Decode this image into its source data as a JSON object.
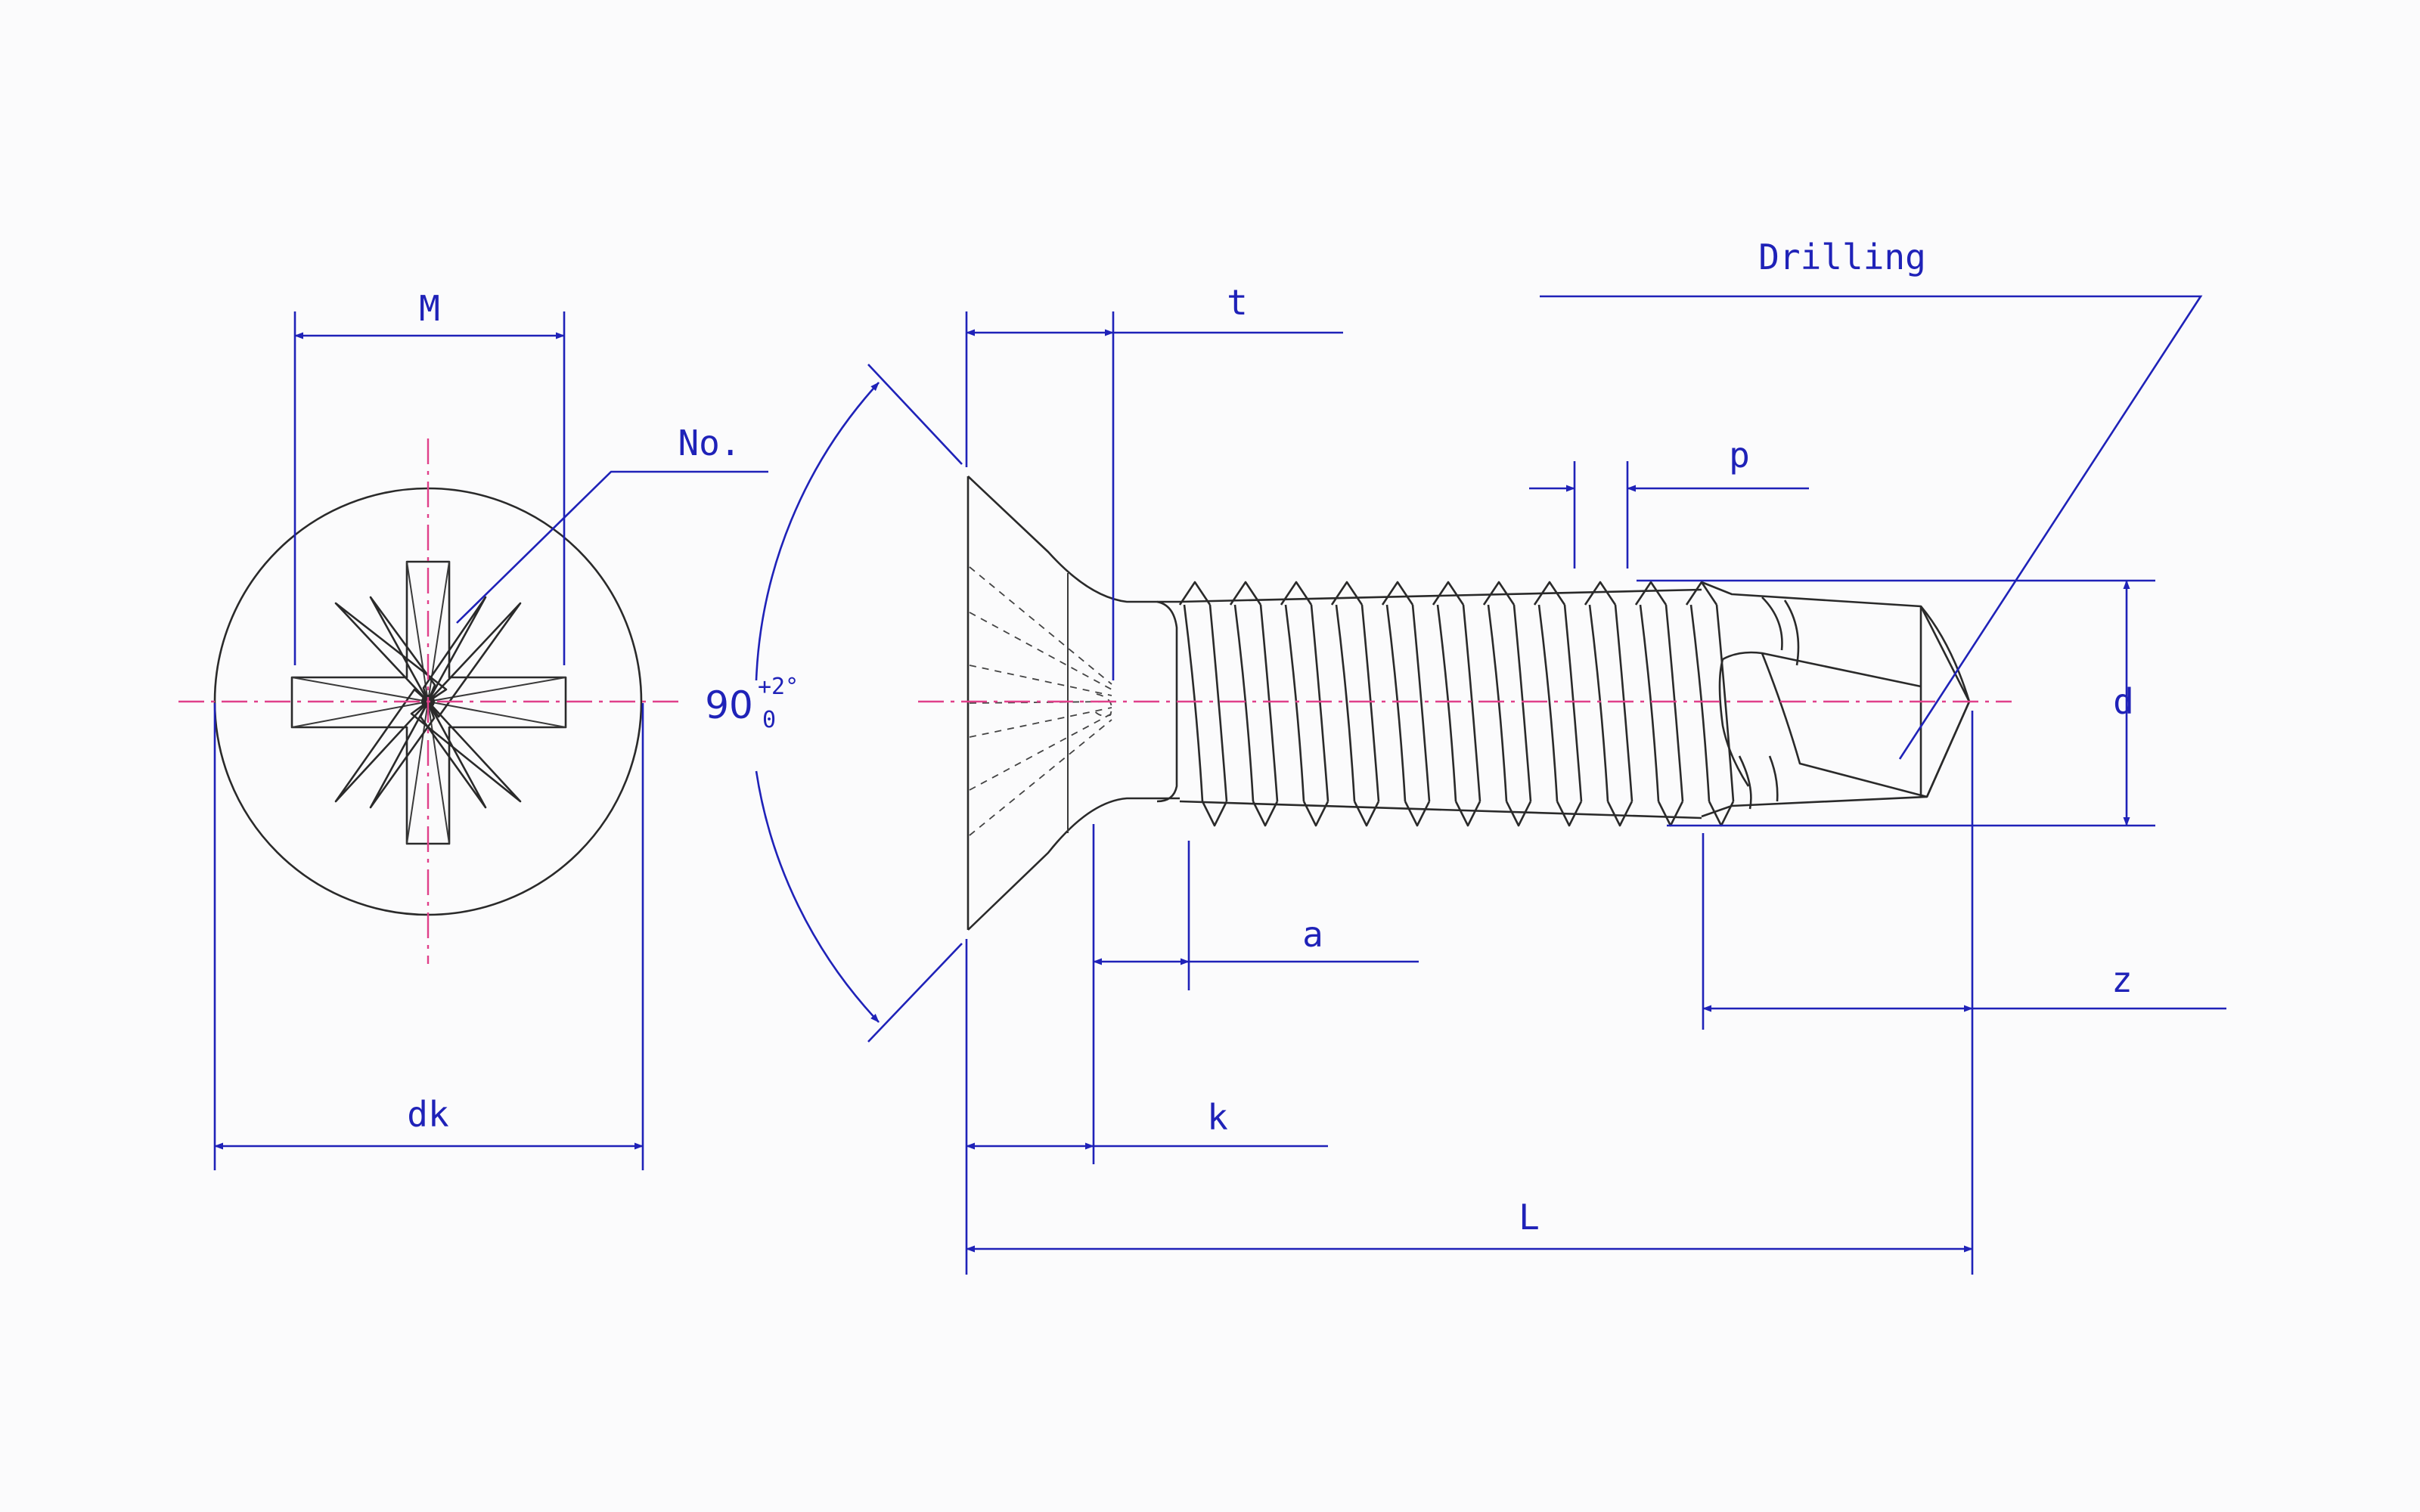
{
  "labels": {
    "M": "M",
    "No": "No.",
    "dk": "dk",
    "angle_value": "90",
    "angle_tol_upper": "+2°",
    "angle_tol_lower": "0",
    "t": "t",
    "drilling": "Drilling",
    "p": "p",
    "d": "d",
    "a": "a",
    "z": "z",
    "k": "k",
    "L": "L"
  },
  "colors": {
    "object_line": "#2a2a2a",
    "dimension_line": "#1f22b8",
    "center_line": "#e0408a",
    "background": "#fbfbfc"
  }
}
